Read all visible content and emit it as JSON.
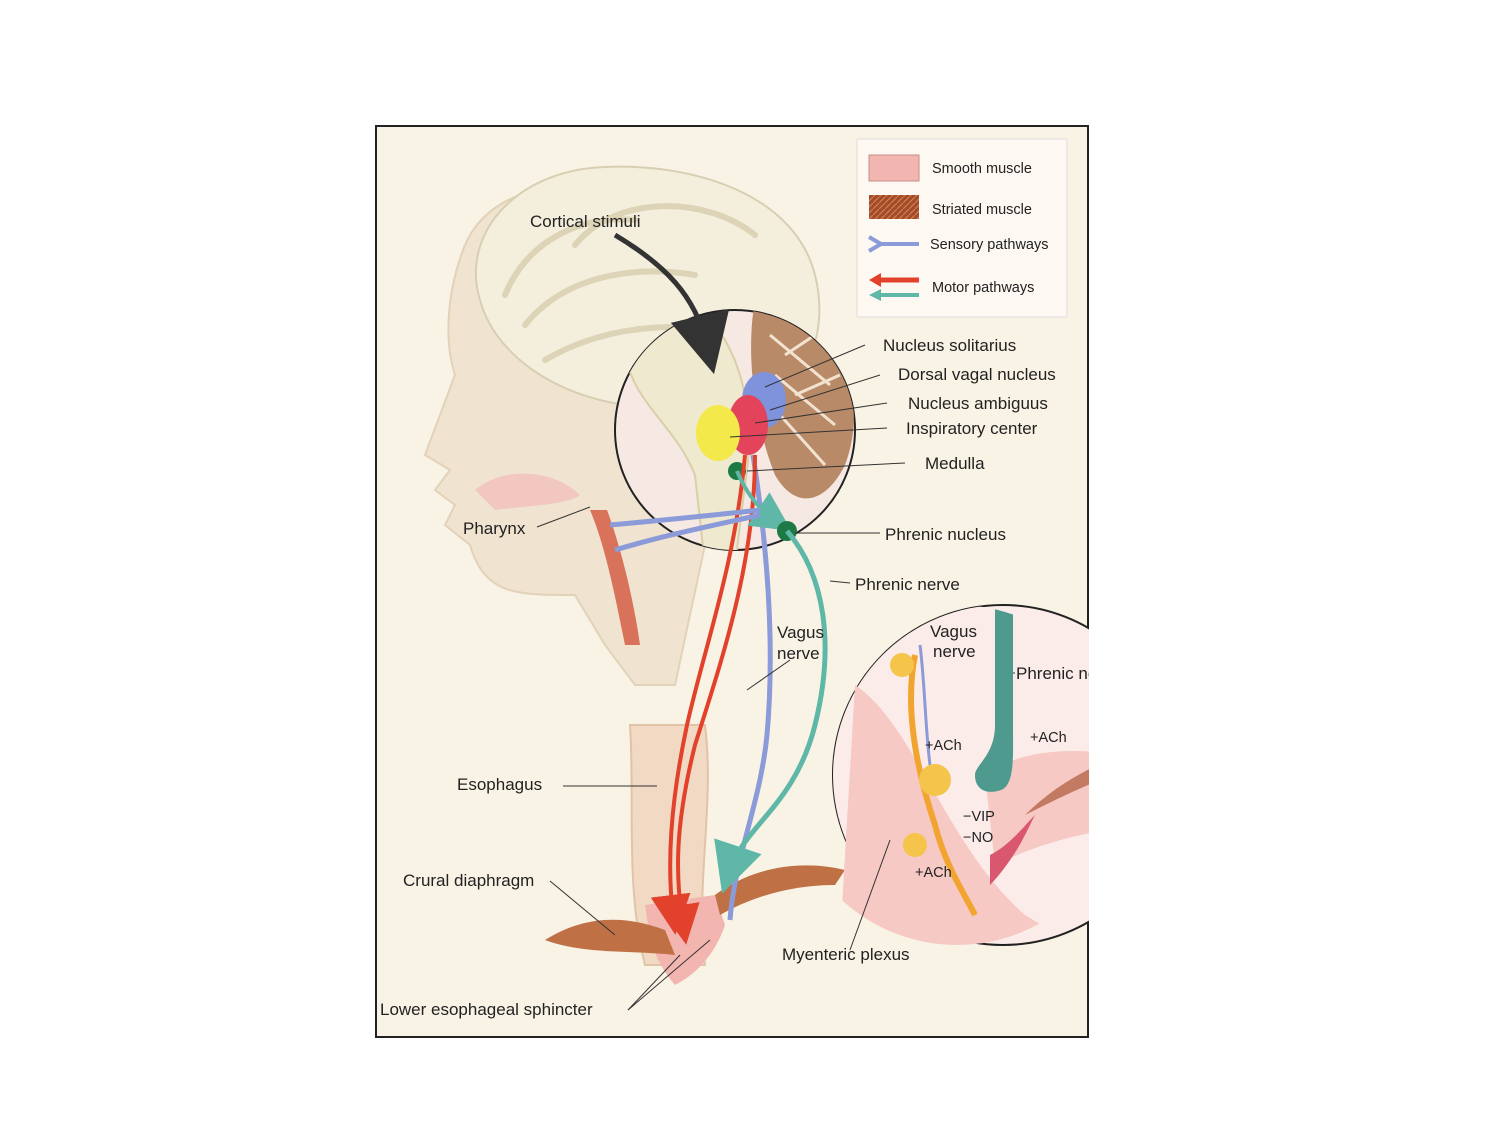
{
  "legend": {
    "smooth_muscle": "Smooth muscle",
    "striated_muscle": "Striated muscle",
    "sensory_pathways": "Sensory pathways",
    "motor_pathways": "Motor pathways"
  },
  "labels": {
    "cortical_stimuli": "Cortical stimuli",
    "nucleus_solitarius": "Nucleus solitarius",
    "dorsal_vagal_nucleus": "Dorsal vagal nucleus",
    "nucleus_ambiguus": "Nucleus ambiguus",
    "inspiratory_center": "Inspiratory center",
    "medulla": "Medulla",
    "pharynx": "Pharynx",
    "phrenic_nucleus": "Phrenic nucleus",
    "phrenic_nerve": "Phrenic nerve",
    "vagus_nerve_line1": "Vagus",
    "vagus_nerve_line2": "nerve",
    "esophagus": "Esophagus",
    "crural_diaphragm": "Crural diaphragm",
    "lower_esophageal_sphincter": "Lower esophageal sphincter",
    "myenteric_plexus": "Myenteric plexus"
  },
  "inset": {
    "vagus_line1": "Vagus",
    "vagus_line2": "nerve",
    "phrenic_nerve": "Phrenic nerve",
    "ach_1": "+ACh",
    "ach_2": "+ACh",
    "ach_3": "+ACh",
    "vip": "−VIP",
    "no": "−NO"
  },
  "colors": {
    "frame_bg": "#f9f3e6",
    "smooth_muscle": "#f2b5b0",
    "striated_muscle": "#a24a2a",
    "sensory": "#8b9ad8",
    "motor_red": "#e2412b",
    "motor_teal": "#5fb7a8",
    "nucleus_blue": "#7f93dc",
    "nucleus_red": "#e4445b",
    "nucleus_yellow": "#f4e94a",
    "phrenic_dot": "#1e7a45"
  }
}
